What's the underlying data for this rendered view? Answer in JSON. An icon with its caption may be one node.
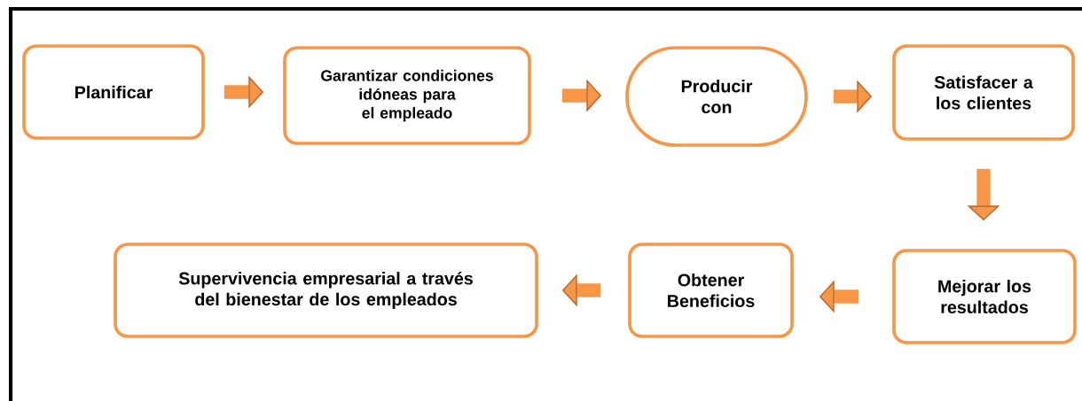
{
  "diagram": {
    "nodes": [
      {
        "text": [
          "Planificar"
        ]
      },
      {
        "text": [
          "Garantizar condiciones idóneas para el empleado"
        ]
      },
      {
        "text": [
          "Producir con"
        ]
      },
      {
        "text": [
          "Satisfacer a los clientes"
        ]
      },
      {
        "text": [
          "Mejorar los resultados"
        ]
      },
      {
        "text": [
          "Obtener Beneficios"
        ]
      },
      {
        "text": [
          "Supervivencia empresarial a través del bienestar de los empleados"
        ]
      }
    ],
    "edges": [
      {
        "from": 0,
        "to": 1,
        "arrow": "to"
      },
      {
        "from": 1,
        "to": 2,
        "arrow": "to"
      },
      {
        "from": 2,
        "to": 3,
        "arrow": "to"
      },
      {
        "from": 3,
        "to": 4,
        "arrow": "to"
      },
      {
        "from": 4,
        "to": 5,
        "arrow": "to"
      },
      {
        "from": 5,
        "to": 6,
        "arrow": "to"
      }
    ]
  }
}
